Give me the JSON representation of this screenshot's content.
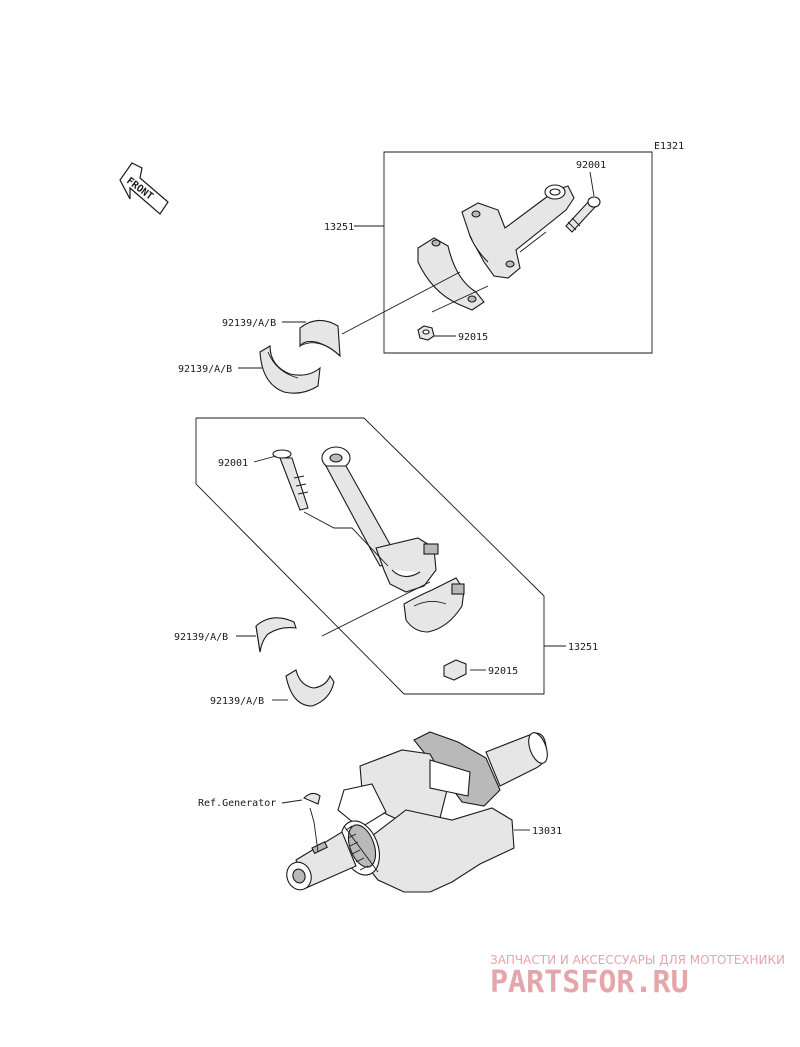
{
  "diagram_code": "E1321",
  "front_label": "FRONT",
  "callouts": {
    "conrod_top": "13251",
    "bolt_top": "92001",
    "nut_top": "92015",
    "bearing_top_1": "92139/A/B",
    "bearing_top_2": "92139/A/B",
    "bolt_mid": "92001",
    "conrod_mid": "13251",
    "nut_mid": "92015",
    "bearing_mid_1": "92139/A/B",
    "bearing_mid_2": "92139/A/B",
    "ref_generator": "Ref.Generator",
    "crankshaft": "13031"
  },
  "watermark": {
    "top_text": "ЗАПЧАСТИ И АКСЕССУАРЫ ДЛЯ МОТОТЕХНИКИ",
    "logo_text": "PARTSFOR.RU",
    "color": "#e4a6aa"
  }
}
